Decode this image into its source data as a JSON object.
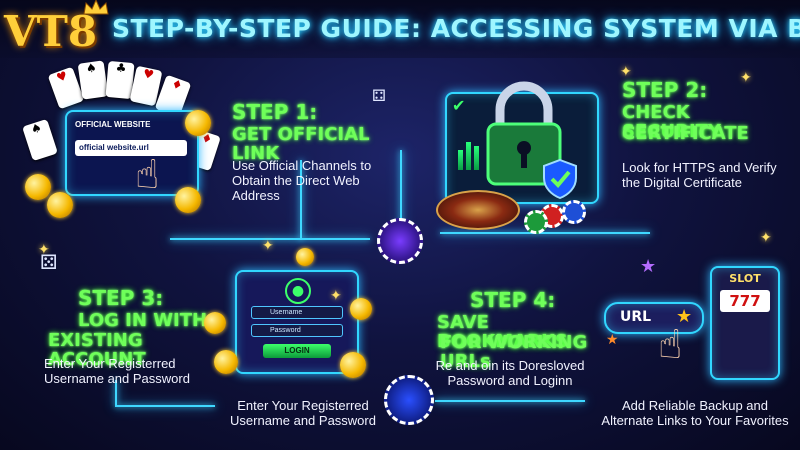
{
  "header": {
    "title": "STEP-BY-STEP GUIDE: ACCESSING SYSTEM VIA BACKUP LINK",
    "logo_text": "VT8"
  },
  "steps": [
    {
      "number": "STEP 1:",
      "title": "GET OFFICIAL LINK",
      "description": "Use Official Channels to Obtain the Direct Web Address"
    },
    {
      "number": "STEP 2:",
      "title_line1": "CHECK SECURITY",
      "title_line2": "CERTIFICATE",
      "description": "Look for HTTPS and Verify the Digital Certificate"
    },
    {
      "number": "STEP 3:",
      "title_line1": "LOG IN WITH",
      "title_line2": "EXISTING ACCOUNT",
      "description": "Enter Your Registerred Username and Password",
      "caption": "Enter Your Registerred Username and Password"
    },
    {
      "number": "STEP 4:",
      "title_line1": "SAVE BOOKMARKS",
      "title_line2": "FOR WORKING URLs",
      "description": "Re and oin its Doresloved Password and Loginn",
      "caption": "Add Reliable Backup and Alternate Links to Your Favorites"
    }
  ],
  "illustrations": {
    "browser_header": "OFFICIAL WEBSITE",
    "browser_url": "official website.url",
    "login_username": "Username",
    "login_password": "Password",
    "login_button": "LOGIN",
    "url_label": "URL",
    "slot_label": "SLOT",
    "slot_reels": "777"
  },
  "colors": {
    "accent_cyan": "#3fd8ff",
    "step_green": "#6fff5a",
    "title_cyan": "#9ff6ff",
    "logo_gold": "#ffcf3a"
  }
}
